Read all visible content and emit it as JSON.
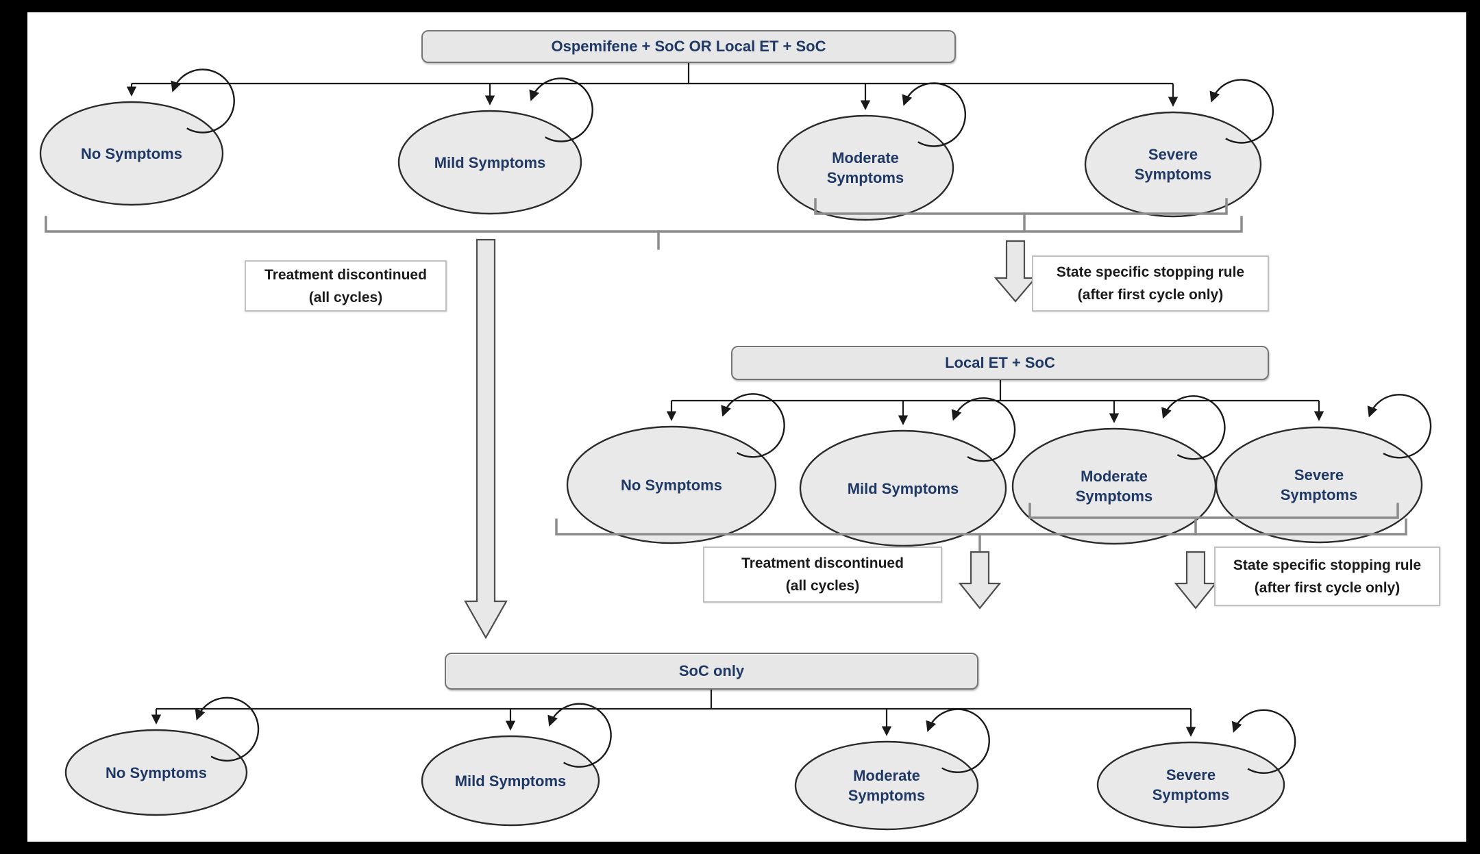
{
  "diagram_type": "markov-state-transition-model",
  "palette": {
    "frame": "#000000",
    "canvas": "#ffffff",
    "node_fill": "#e9e9e9",
    "node_border": "#2b2b2b",
    "node_text": "#1f3864",
    "treatment_fill": "#e7e7e7",
    "treatment_border": "#757575",
    "annotation_border": "#c0c0c0",
    "annotation_text": "#1a1a1a",
    "bracket": "#8c8c8c",
    "connector": "#1a1a1a",
    "block_arrow_fill": "#e8e8e8",
    "block_arrow_border": "#4d4d4d"
  },
  "branches": [
    {
      "treatment": "Ospemifene + SoC OR Local ET + SoC",
      "states": [
        {
          "line1": "No Symptoms",
          "line2": ""
        },
        {
          "line1": "Mild Symptoms",
          "line2": ""
        },
        {
          "line1": "Moderate",
          "line2": "Symptoms"
        },
        {
          "line1": "Severe",
          "line2": "Symptoms"
        }
      ]
    },
    {
      "treatment": "Local ET + SoC",
      "states": [
        {
          "line1": "No Symptoms",
          "line2": ""
        },
        {
          "line1": "Mild Symptoms",
          "line2": ""
        },
        {
          "line1": "Moderate",
          "line2": "Symptoms"
        },
        {
          "line1": "Severe",
          "line2": "Symptoms"
        }
      ]
    },
    {
      "treatment": "SoC only",
      "states": [
        {
          "line1": "No Symptoms",
          "line2": ""
        },
        {
          "line1": "Mild Symptoms",
          "line2": ""
        },
        {
          "line1": "Moderate",
          "line2": "Symptoms"
        },
        {
          "line1": "Severe",
          "line2": "Symptoms"
        }
      ]
    }
  ],
  "annotations": {
    "treatment_discontinued": {
      "line1": "Treatment discontinued",
      "line2": "(all cycles)"
    },
    "stopping_rule": {
      "line1": "State specific stopping rule",
      "line2": "(after first cycle only)"
    }
  }
}
